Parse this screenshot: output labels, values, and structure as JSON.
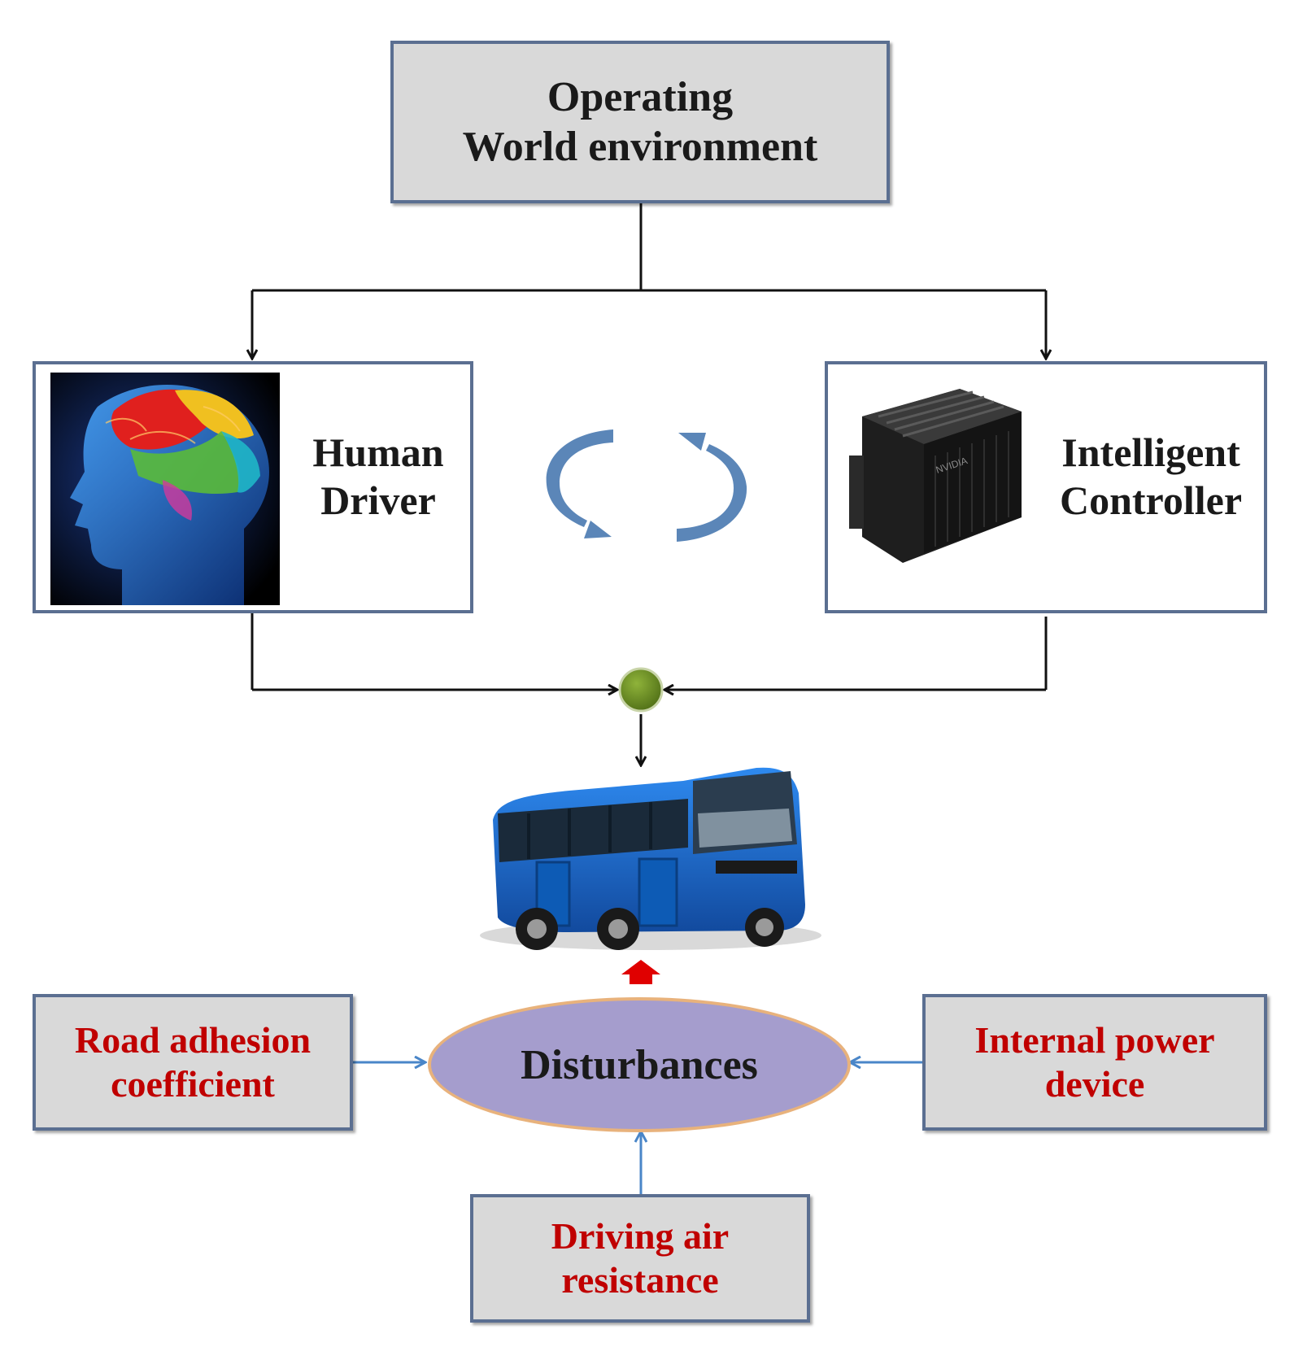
{
  "top_box": {
    "line1": "Operating",
    "line2": "World environment"
  },
  "human_driver": {
    "line1": "Human",
    "line2": "Driver"
  },
  "intelligent_controller": {
    "line1": "Intelligent",
    "line2": "Controller",
    "device_brand": "NVIDIA"
  },
  "disturbances": {
    "label": "Disturbances"
  },
  "road_adhesion": {
    "line1": "Road adhesion",
    "line2": "coefficient"
  },
  "internal_power": {
    "line1": "Internal power",
    "line2": "device"
  },
  "air_resistance": {
    "line1": "Driving air",
    "line2": "resistance"
  },
  "colors": {
    "box_border": "#5b6f91",
    "box_grey": "#d9d9d9",
    "disturbance_fill": "#a59dcd",
    "disturbance_border": "#e8b27c",
    "red_text": "#c00000",
    "junction": "#6b8e23",
    "cycle_arrows": "#5b86b8",
    "thin_arrows": "#4a86c8",
    "bus_body": "#1f6fd1"
  },
  "icons": [
    "brain-head-image",
    "controller-device-image",
    "bus-image",
    "cycle-arrows-icon",
    "summing-junction-icon"
  ]
}
